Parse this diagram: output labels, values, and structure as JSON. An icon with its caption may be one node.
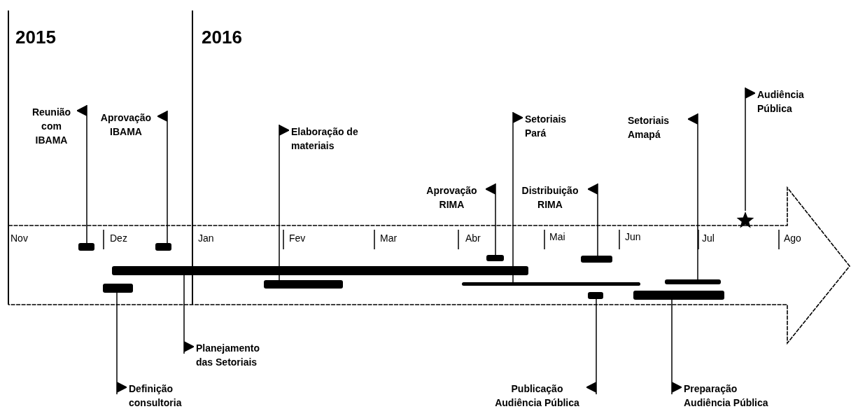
{
  "diagram": {
    "nodes": [
      {
        "text": [
          "Reunião com IBAMA"
        ]
      },
      {
        "text": [
          "Aprovação IBAMA"
        ]
      },
      {
        "text": [
          "Elaboração de materiais"
        ]
      },
      {
        "text": [
          "Aprovação RIMA"
        ]
      },
      {
        "text": [
          "Setoriais Pará"
        ]
      },
      {
        "text": [
          "Distribuição RIMA"
        ]
      },
      {
        "text": [
          "Setoriais Amapá"
        ]
      },
      {
        "text": [
          "Audiência Pública"
        ]
      },
      {
        "text": [
          "Planejamento das Setoriais"
        ]
      },
      {
        "text": [
          "Definição consultoria"
        ]
      },
      {
        "text": [
          "Publicação Audiência Pública"
        ]
      },
      {
        "text": [
          "Preparação Audiência Pública"
        ]
      },
      {
        "text": [],
        "shape": "bar"
      },
      {
        "text": [],
        "shape": "bar"
      },
      {
        "text": [],
        "shape": "bar"
      },
      {
        "text": [],
        "shape": "bar"
      },
      {
        "text": [],
        "shape": "bar"
      },
      {
        "text": [],
        "shape": "bar"
      },
      {
        "text": [],
        "shape": "bar"
      },
      {
        "text": [],
        "shape": "bar"
      },
      {
        "text": [],
        "shape": "bar"
      },
      {
        "text": [],
        "shape": "bar"
      },
      {
        "text": [],
        "shape": "bar"
      },
      {
        "text": [],
        "shape": "star"
      }
    ],
    "edges": [
      {
        "from": 0,
        "to": 12,
        "arrow": "none"
      },
      {
        "from": 1,
        "to": 13,
        "arrow": "none"
      },
      {
        "from": 2,
        "to": 16,
        "arrow": "none"
      },
      {
        "from": 3,
        "to": 17,
        "arrow": "none"
      },
      {
        "from": 4,
        "to": 18,
        "arrow": "none"
      },
      {
        "from": 5,
        "to": 19,
        "arrow": "none"
      },
      {
        "from": 6,
        "to": 21,
        "arrow": "none"
      },
      {
        "from": 7,
        "to": 23,
        "arrow": "none"
      },
      {
        "from": 8,
        "to": 14,
        "arrow": "none"
      },
      {
        "from": 9,
        "to": 15,
        "arrow": "none"
      },
      {
        "from": 10,
        "to": 20,
        "arrow": "none"
      },
      {
        "from": 11,
        "to": 22,
        "arrow": "none"
      }
    ],
    "labels": [
      "2015",
      "2016",
      "Nov",
      "Dez",
      "Jan",
      "Fev",
      "Mar",
      "Abr",
      "Mai",
      "Jun",
      "Jul",
      "Ago"
    ]
  }
}
